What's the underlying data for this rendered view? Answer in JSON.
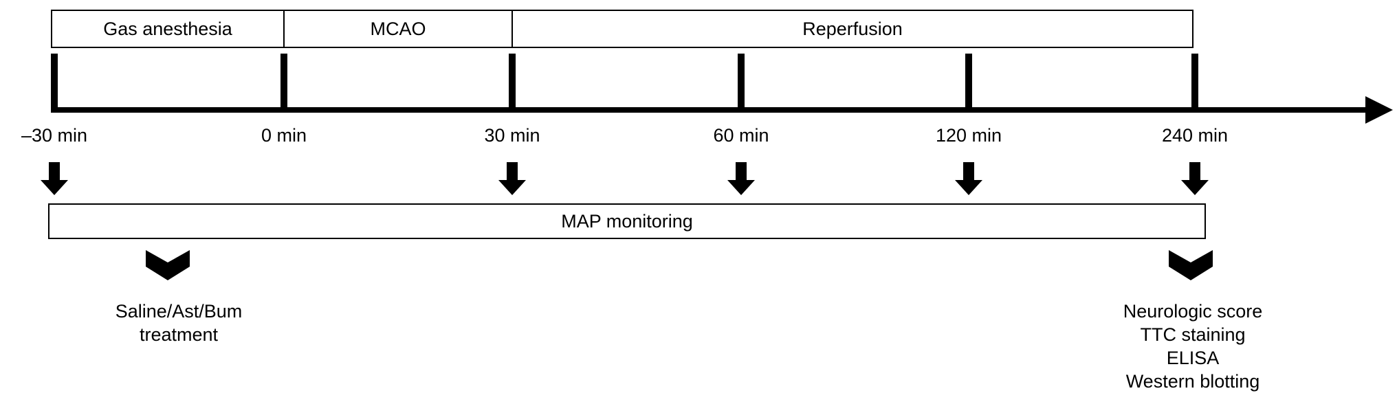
{
  "phases": {
    "gas_anesthesia": "Gas anesthesia",
    "mcao": "MCAO",
    "reperfusion": "Reperfusion"
  },
  "timepoints": [
    "–30 min",
    "0 min",
    "30 min",
    "60 min",
    "120 min",
    "240 min"
  ],
  "monitoring": "MAP monitoring",
  "treatment": {
    "line1": "Saline/Ast/Bum",
    "line2": "treatment"
  },
  "outcomes": [
    "Neurologic score",
    "TTC staining",
    "ELISA",
    "Western blotting"
  ],
  "colors": {
    "ink": "#000000",
    "background": "#ffffff"
  }
}
